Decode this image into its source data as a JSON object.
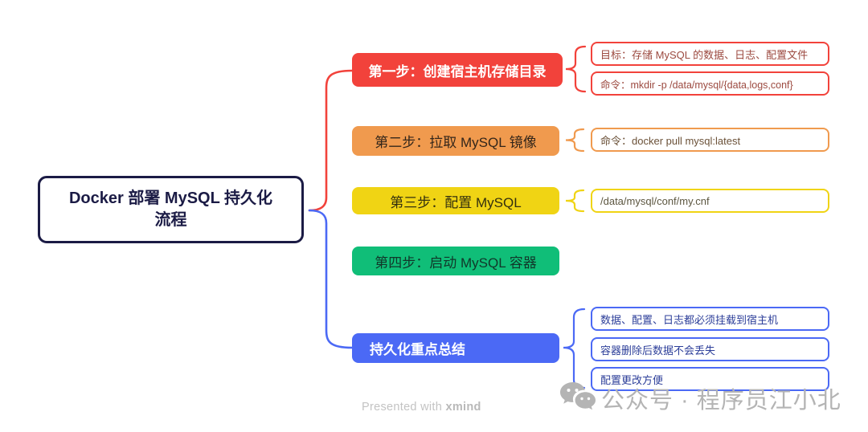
{
  "root": {
    "label": "Docker 部署 MySQL 持久化流程"
  },
  "branches": [
    {
      "label": "第一步：创建宿主机存储目录",
      "color": "#f2423b",
      "children": [
        {
          "label": "目标：存储 MySQL 的数据、日志、配置文件"
        },
        {
          "label": "命令：mkdir -p /data/mysql/{data,logs,conf}"
        }
      ]
    },
    {
      "label": "第二步：拉取 MySQL 镜像",
      "color": "#f09a4e",
      "children": [
        {
          "label": "命令：docker pull mysql:latest"
        }
      ]
    },
    {
      "label": "第三步：配置 MySQL",
      "color": "#f0d414",
      "children": [
        {
          "label": "/data/mysql/conf/my.cnf"
        }
      ]
    },
    {
      "label": "第四步：启动 MySQL 容器",
      "color": "#10be78",
      "children": []
    },
    {
      "label": "持久化重点总结",
      "color": "#4b69f5",
      "children": [
        {
          "label": "数据、配置、日志都必须挂载到宿主机"
        },
        {
          "label": "容器删除后数据不会丢失"
        },
        {
          "label": "配置更改方便"
        }
      ]
    }
  ],
  "colors": {
    "root_outline": "#1b1b45",
    "step1": "#f2423b",
    "step2": "#f09a4e",
    "step3": "#f0d414",
    "step4": "#10be78",
    "summary": "#4b69f5",
    "watermark_gray": "#b4b4b4",
    "footer_gray": "#c3c3c3"
  },
  "footer": {
    "presented": "Presented with ",
    "brand": "xmind"
  },
  "watermark": {
    "icon": "wechat-icon",
    "label": "公众号 · 程序员江小北"
  }
}
